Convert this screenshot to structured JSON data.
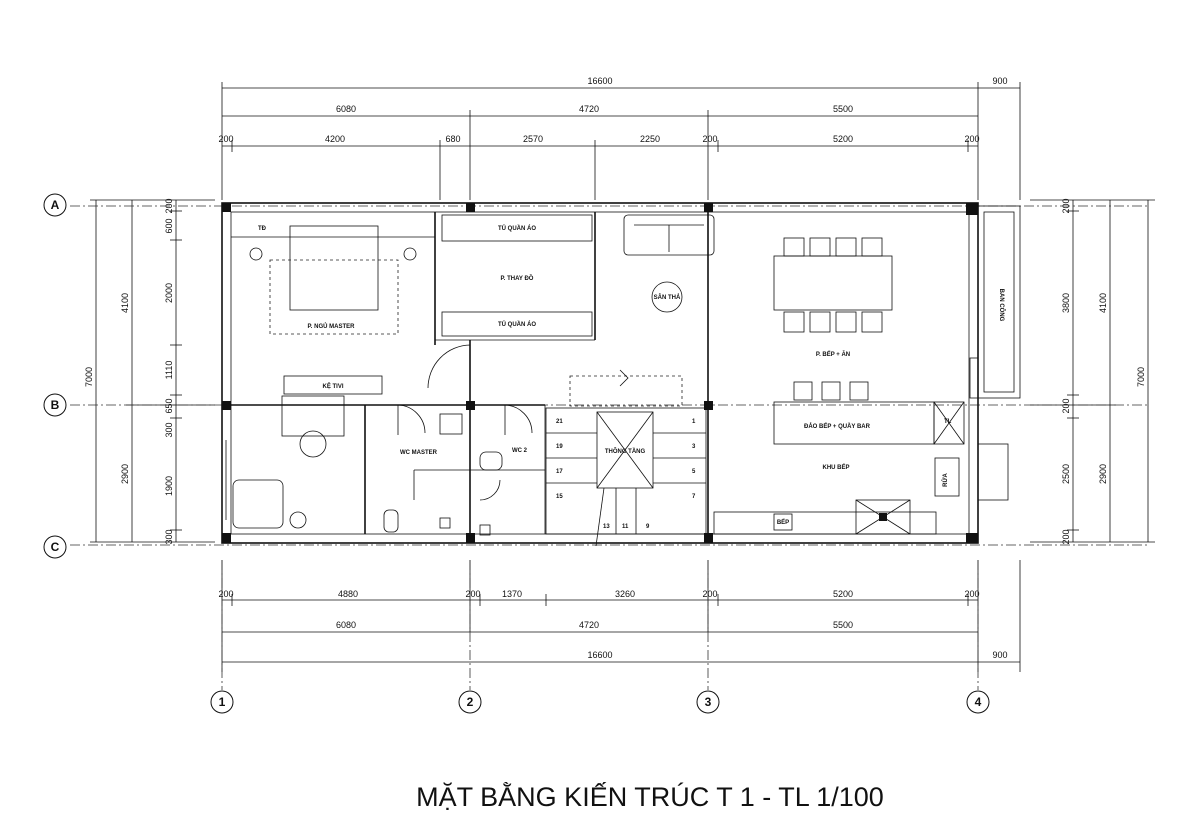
{
  "title": "MẶT BẰNG KIẾN TRÚC T 1 - TL 1/100",
  "axes_x": [
    "1",
    "2",
    "3",
    "4"
  ],
  "axes_y": [
    "A",
    "B",
    "C"
  ],
  "dims_top": {
    "total": "16600",
    "overhang": "900",
    "bays": [
      "6080",
      "4720",
      "5500"
    ],
    "detail": [
      "200",
      "4200",
      "680",
      "2570",
      "2250",
      "200",
      "5200",
      "200"
    ]
  },
  "dims_bottom": {
    "detail": [
      "200",
      "4880",
      "200",
      "1370",
      "3260",
      "200",
      "5200",
      "200"
    ],
    "bays": [
      "6080",
      "4720",
      "5500"
    ],
    "total": "16600",
    "overhang": "900"
  },
  "dims_left": {
    "total": "7000",
    "bays": [
      "4100",
      "2900"
    ],
    "detail": [
      "200",
      "600",
      "2000",
      "1110",
      "650",
      "300",
      "1900",
      "300"
    ]
  },
  "dims_right": {
    "total": "7000",
    "bays": [
      "4100",
      "2900"
    ],
    "detail": [
      "200",
      "3800",
      "200",
      "2500",
      "200"
    ]
  },
  "rooms": {
    "tu_quan_ao_1": "TỦ QUẦN ÁO",
    "tu_quan_ao_2": "TỦ QUẦN ÁO",
    "thay_do": "P. THAY ĐỒ",
    "ngu_master": "P. NGỦ MASTER",
    "tap": "TĐ",
    "ke_tivi": "KỆ TIVI",
    "wc_master": "WC MASTER",
    "wc2": "WC 2",
    "san_tha": "SÂN THẢ",
    "thong_tang": "THÔNG TẦNG",
    "bep_an": "P. BẾP + ĂN",
    "dao_bep": "ĐẢO BẾP + QUẦY BAR",
    "khu_bep": "KHU BẾP",
    "bep": "BẾP",
    "rua": "RỬA",
    "ban_cong": "BAN CÔNG",
    "tl": "TL"
  },
  "stairs": [
    "21",
    "19",
    "17",
    "15",
    "13",
    "11",
    "9",
    "7",
    "5",
    "3",
    "1"
  ]
}
